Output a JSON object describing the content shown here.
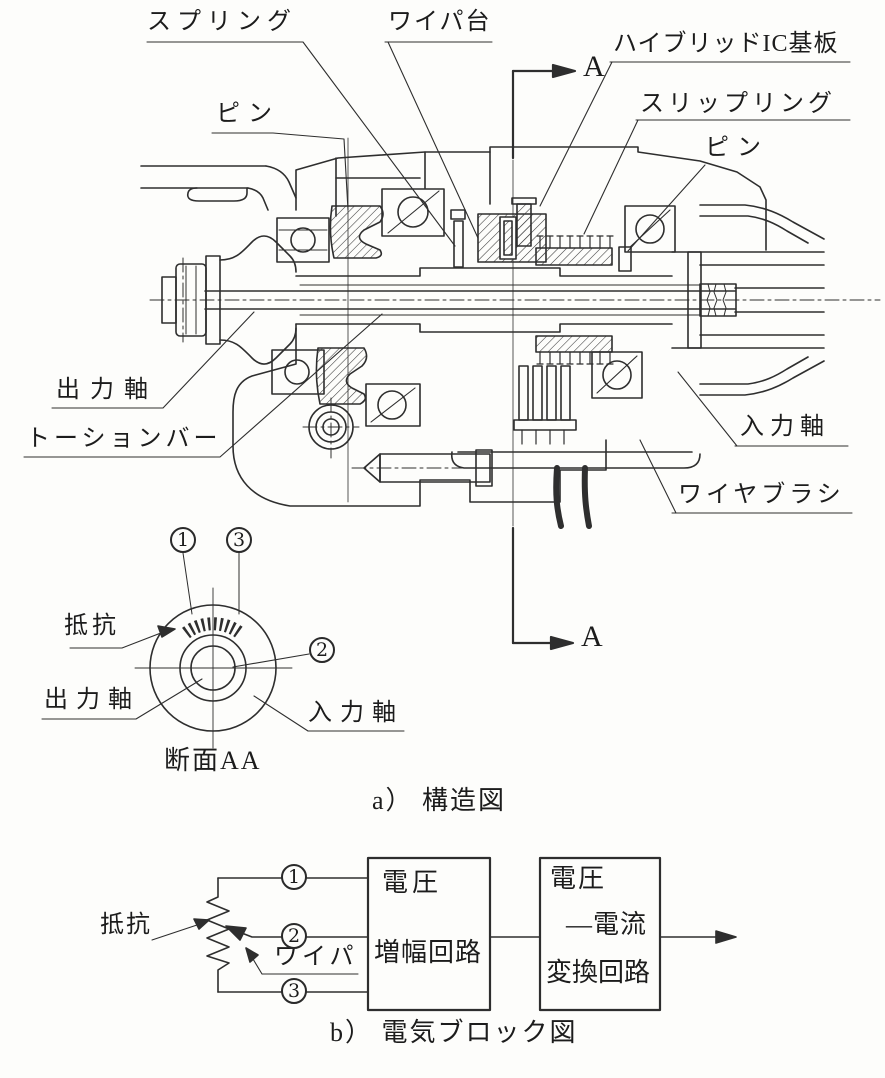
{
  "structure": {
    "spring": "スプリング",
    "wiper_base": "ワイパ台",
    "hybrid_ic": "ハイブリッドIC基板",
    "slip_ring": "スリップリング",
    "pin_right": "ピン",
    "pin_left": "ピン",
    "output_shaft": "出力軸",
    "torsion_bar": "トーションバー",
    "input_shaft": "入力軸",
    "wire_brush": "ワイヤブラシ",
    "section_marker": "A"
  },
  "section_view": {
    "title": "断面AA",
    "resistance": "抵抗",
    "output_shaft": "出力軸",
    "input_shaft": "入力軸",
    "t1": "1",
    "t2": "2",
    "t3": "3"
  },
  "caption_a": "a） 構造図",
  "block": {
    "resistance": "抵抗",
    "wiper": "ワイパ",
    "t1": "1",
    "t2": "2",
    "t3": "3",
    "amp_line1": "電圧",
    "amp_line2": "増幅回路",
    "conv_line1": "電圧",
    "conv_line2": "—電流",
    "conv_line3": "変換回路"
  },
  "caption_b": "b） 電気ブロック図",
  "colors": {
    "ink": "#2e2e2e",
    "paper": "#fdfdfb"
  }
}
